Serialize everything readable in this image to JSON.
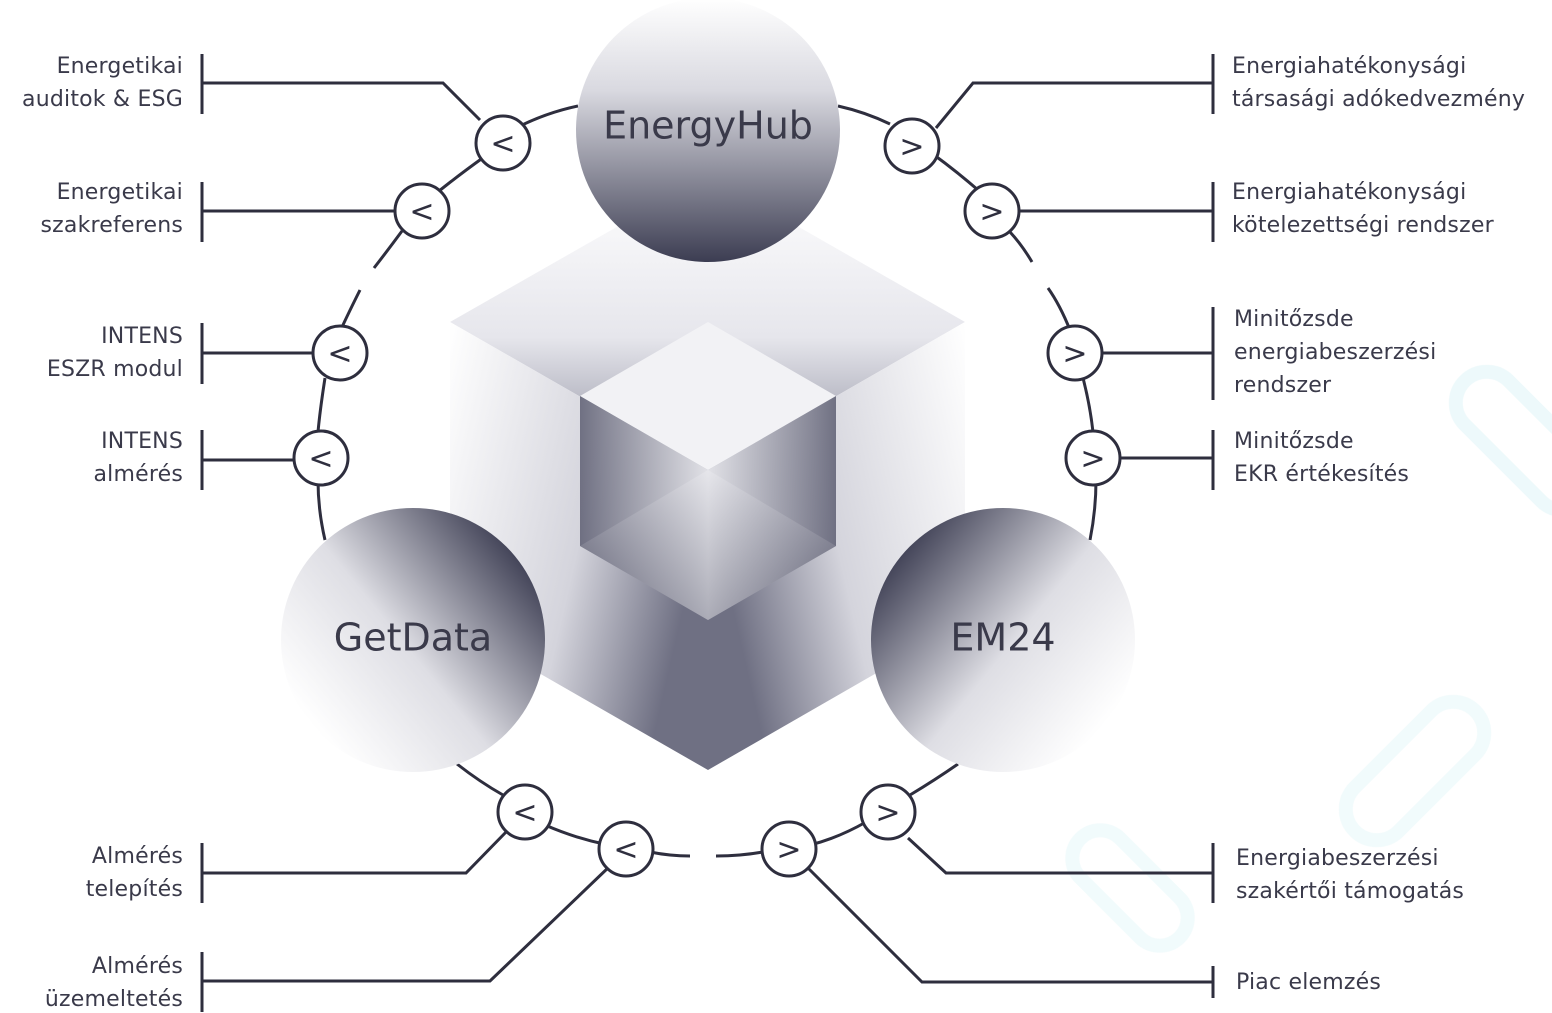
{
  "hubs": {
    "top": "EnergyHub",
    "left": "GetData",
    "right": "EM24"
  },
  "left_services": [
    {
      "lines": [
        "Energetikai",
        "auditok & ESG"
      ],
      "arrow": "<"
    },
    {
      "lines": [
        "Energetikai",
        "szakreferens"
      ],
      "arrow": "<"
    },
    {
      "lines": [
        "INTENS",
        "ESZR modul"
      ],
      "arrow": "<"
    },
    {
      "lines": [
        "INTENS",
        "almérés"
      ],
      "arrow": "<"
    },
    {
      "lines": [
        "Almérés",
        "telepítés"
      ],
      "arrow": "<"
    },
    {
      "lines": [
        "Almérés",
        "üzemeltetés"
      ],
      "arrow": "<"
    }
  ],
  "right_services": [
    {
      "lines": [
        "Energiahatékonysági",
        "társasági adókedvezmény"
      ],
      "arrow": ">"
    },
    {
      "lines": [
        "Energiahatékonysági",
        "kötelezettségi rendszer"
      ],
      "arrow": ">"
    },
    {
      "lines": [
        "Minitőzsde",
        "energiabeszerzési",
        "rendszer"
      ],
      "arrow": ">"
    },
    {
      "lines": [
        "Minitőzsde",
        "EKR értékesítés"
      ],
      "arrow": ">"
    },
    {
      "lines": [
        "Energiabeszerzési",
        "szakértői támogatás"
      ],
      "arrow": ">"
    },
    {
      "lines": [
        "Piac elemzés"
      ],
      "arrow": ">"
    }
  ],
  "colors": {
    "line": "#2e2e3e",
    "text": "#3a3a4a",
    "hub_dark": "#3c3d52",
    "hub_light": "#ffffff",
    "accent_faint": "#e3f6f8"
  }
}
